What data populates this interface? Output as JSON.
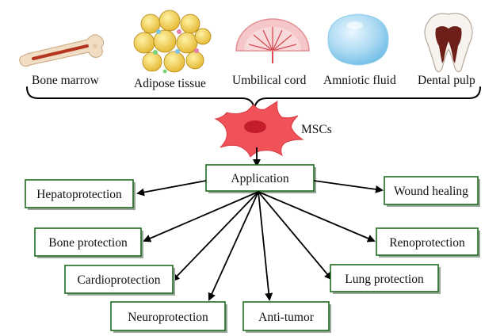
{
  "sources": [
    {
      "key": "bone_marrow",
      "label": "Bone marrow",
      "icon": "bone-icon"
    },
    {
      "key": "adipose",
      "label": "Adipose tissue",
      "icon": "adipose-tissue-icon"
    },
    {
      "key": "umbilical",
      "label": "Umbilical cord",
      "icon": "umbilical-cord-icon"
    },
    {
      "key": "amniotic",
      "label": "Amniotic fluid",
      "icon": "amniotic-fluid-icon"
    },
    {
      "key": "dental",
      "label": "Dental pulp",
      "icon": "tooth-icon"
    }
  ],
  "cell": {
    "label": "MSCs",
    "icon": "stem-cell-icon",
    "color": "#f0525a"
  },
  "hub": {
    "label": "Application"
  },
  "applications": [
    {
      "key": "hepatoprotection",
      "label": "Hepatoprotection"
    },
    {
      "key": "wound_healing",
      "label": "Wound healing"
    },
    {
      "key": "bone_protection",
      "label": "Bone protection"
    },
    {
      "key": "renoprotection",
      "label": "Renoprotection"
    },
    {
      "key": "cardioprotection",
      "label": "Cardioprotection"
    },
    {
      "key": "lung_protection",
      "label": "Lung protection"
    },
    {
      "key": "neuroprotection",
      "label": "Neuroprotection"
    },
    {
      "key": "anti_tumor",
      "label": "Anti-tumor"
    }
  ],
  "colors": {
    "box_border": "#1f6b1f",
    "arrow": "#000000"
  }
}
